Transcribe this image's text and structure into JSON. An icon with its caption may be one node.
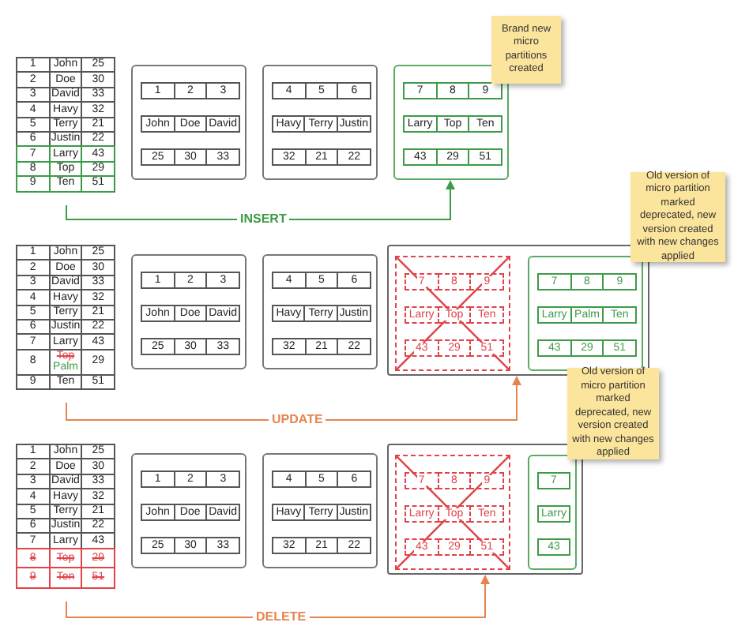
{
  "diagram": {
    "nodes": [
      {
        "text": [
          "1",
          "John",
          "25",
          "2",
          "Doe",
          "30",
          "3",
          "David",
          "33",
          "4",
          "Havy",
          "32",
          "5",
          "Terry",
          "21",
          "6",
          "Justin",
          "22",
          "7",
          "Larry",
          "43",
          "8",
          "Top",
          "29",
          "9",
          "Ten",
          "51"
        ]
      },
      {
        "text": [],
        "shape": "box"
      },
      {
        "text": [
          "1",
          "2",
          "3"
        ],
        "in": 1
      },
      {
        "text": [
          "John",
          "Doe",
          "David"
        ],
        "in": 1
      },
      {
        "text": [
          "25",
          "30",
          "33"
        ],
        "in": 1
      },
      {
        "text": [],
        "shape": "box"
      },
      {
        "text": [
          "4",
          "5",
          "6"
        ],
        "in": 5
      },
      {
        "text": [
          "Havy",
          "Terry",
          "Justin"
        ],
        "in": 5
      },
      {
        "text": [
          "32",
          "21",
          "22"
        ],
        "in": 5
      },
      {
        "text": [],
        "shape": "box"
      },
      {
        "text": [
          "7",
          "8",
          "9"
        ],
        "in": 9
      },
      {
        "text": [
          "Larry",
          "Top",
          "Ten"
        ],
        "in": 9
      },
      {
        "text": [
          "43",
          "29",
          "51"
        ],
        "in": 9
      },
      {
        "text": [
          "Brand new micro partitions created"
        ]
      },
      {
        "text": [
          "1",
          "John",
          "25",
          "2",
          "Doe",
          "30",
          "3",
          "David",
          "33",
          "4",
          "Havy",
          "32",
          "5",
          "Terry",
          "21",
          "6",
          "Justin",
          "22",
          "7",
          "Larry",
          "43",
          "8",
          "Top",
          "Palm",
          "29",
          "9",
          "Ten",
          "51"
        ]
      },
      {
        "text": [],
        "shape": "box"
      },
      {
        "text": [
          "1",
          "2",
          "3"
        ],
        "in": 15
      },
      {
        "text": [
          "John",
          "Doe",
          "David"
        ],
        "in": 15
      },
      {
        "text": [
          "25",
          "30",
          "33"
        ],
        "in": 15
      },
      {
        "text": [],
        "shape": "box"
      },
      {
        "text": [
          "4",
          "5",
          "6"
        ],
        "in": 19
      },
      {
        "text": [
          "Havy",
          "Terry",
          "Justin"
        ],
        "in": 19
      },
      {
        "text": [
          "32",
          "21",
          "22"
        ],
        "in": 19
      },
      {
        "text": [],
        "shape": "box"
      },
      {
        "text": [],
        "shape": "box",
        "in": 23
      },
      {
        "text": [
          "7",
          "8",
          "9"
        ],
        "in": 24
      },
      {
        "text": [
          "Larry",
          "Top",
          "Ten"
        ],
        "in": 24
      },
      {
        "text": [
          "43",
          "29",
          "51"
        ],
        "in": 24
      },
      {
        "text": [],
        "shape": "box",
        "in": 23
      },
      {
        "text": [
          "7",
          "8",
          "9"
        ],
        "in": 28
      },
      {
        "text": [
          "Larry",
          "Palm",
          "Ten"
        ],
        "in": 28
      },
      {
        "text": [
          "43",
          "29",
          "51"
        ],
        "in": 28
      },
      {
        "text": [
          "Old version of micro partition marked deprecated, new version created with new changes applied"
        ]
      },
      {
        "text": [
          "1",
          "John",
          "25",
          "2",
          "Doe",
          "30",
          "3",
          "David",
          "33",
          "4",
          "Havy",
          "32",
          "5",
          "Terry",
          "21",
          "6",
          "Justin",
          "22",
          "7",
          "Larry",
          "43",
          "8",
          "Top",
          "29",
          "9",
          "Ten",
          "51"
        ]
      },
      {
        "text": [],
        "shape": "box"
      },
      {
        "text": [
          "1",
          "2",
          "3"
        ],
        "in": 34
      },
      {
        "text": [
          "John",
          "Doe",
          "David"
        ],
        "in": 34
      },
      {
        "text": [
          "25",
          "30",
          "33"
        ],
        "in": 34
      },
      {
        "text": [],
        "shape": "box"
      },
      {
        "text": [
          "4",
          "5",
          "6"
        ],
        "in": 38
      },
      {
        "text": [
          "Havy",
          "Terry",
          "Justin"
        ],
        "in": 38
      },
      {
        "text": [
          "32",
          "21",
          "22"
        ],
        "in": 38
      },
      {
        "text": [],
        "shape": "box"
      },
      {
        "text": [],
        "shape": "box",
        "in": 42
      },
      {
        "text": [
          "7",
          "8",
          "9"
        ],
        "in": 43
      },
      {
        "text": [
          "Larry",
          "Top",
          "Ten"
        ],
        "in": 43
      },
      {
        "text": [
          "43",
          "29",
          "51"
        ],
        "in": 43
      },
      {
        "text": [],
        "shape": "box",
        "in": 42
      },
      {
        "text": [
          "7"
        ],
        "in": 47
      },
      {
        "text": [
          "Larry"
        ],
        "in": 47
      },
      {
        "text": [
          "43"
        ],
        "in": 47
      },
      {
        "text": [
          "Old version of micro partition marked deprecated, new version created with new changes applied"
        ]
      }
    ],
    "edges": [
      {
        "from": 0,
        "to": 9,
        "arrow": "to",
        "label": "INSERT",
        "color": "#3d9b47"
      },
      {
        "from": 14,
        "to": 23,
        "arrow": "to",
        "label": "UPDATE",
        "color": "#e5844f"
      },
      {
        "from": 33,
        "to": 42,
        "arrow": "to",
        "label": "DELETE",
        "color": "#e5844f"
      }
    ]
  }
}
